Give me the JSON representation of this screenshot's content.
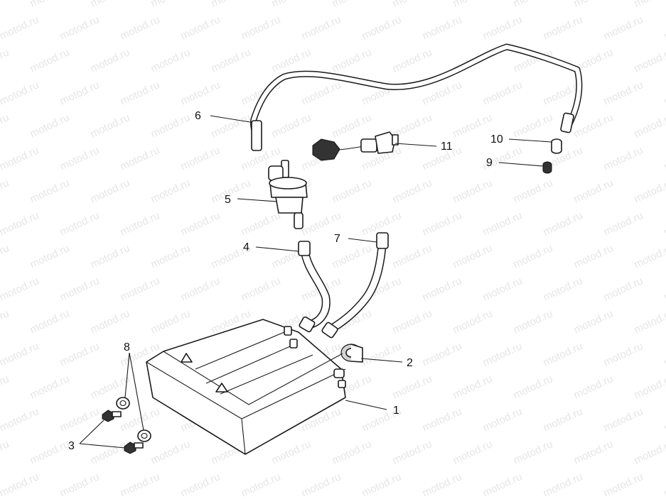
{
  "watermark": "motod.ru",
  "parts": [
    {
      "id": "label-1",
      "number": "1"
    },
    {
      "id": "label-2",
      "number": "2"
    },
    {
      "id": "label-3",
      "number": "3"
    },
    {
      "id": "label-4",
      "number": "4"
    },
    {
      "id": "label-5",
      "number": "5"
    },
    {
      "id": "label-6",
      "number": "6"
    },
    {
      "id": "label-7",
      "number": "7"
    },
    {
      "id": "label-8",
      "number": "8"
    },
    {
      "id": "label-9",
      "number": "9"
    },
    {
      "id": "label-10",
      "number": "10"
    },
    {
      "id": "label-11",
      "number": "11"
    }
  ]
}
